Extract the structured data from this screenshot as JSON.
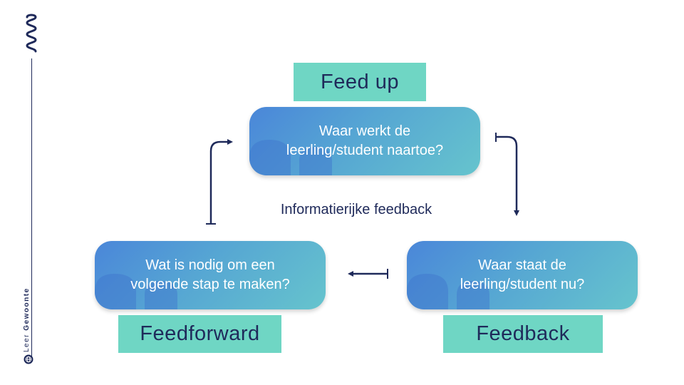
{
  "brand": {
    "name_light": "Leer",
    "name_bold": "Gewoonte",
    "top_logo": "mvm-wave-logo",
    "icon": "globe-badge-icon"
  },
  "diagram": {
    "center_label": "Informatierijke feedback",
    "nodes": [
      {
        "id": "feed-up",
        "label": "Feed up",
        "question_line1": "Waar werkt de",
        "question_line2": "leerling/student naartoe?"
      },
      {
        "id": "feedback",
        "label": "Feedback",
        "question_line1": "Waar staat de",
        "question_line2": "leerling/student nu?"
      },
      {
        "id": "feedforward",
        "label": "Feedforward",
        "question_line1": "Wat is nodig om een",
        "question_line2": "volgende stap te maken?"
      }
    ],
    "edges": [
      {
        "from": "feed-up",
        "to": "feedback"
      },
      {
        "from": "feedback",
        "to": "feedforward"
      },
      {
        "from": "feedforward",
        "to": "feed-up"
      }
    ]
  },
  "colors": {
    "label_bg": "#6fd6c4",
    "box_start": "#4a86d9",
    "box_end": "#66c4cd",
    "text_dark": "#1f2a5a"
  }
}
